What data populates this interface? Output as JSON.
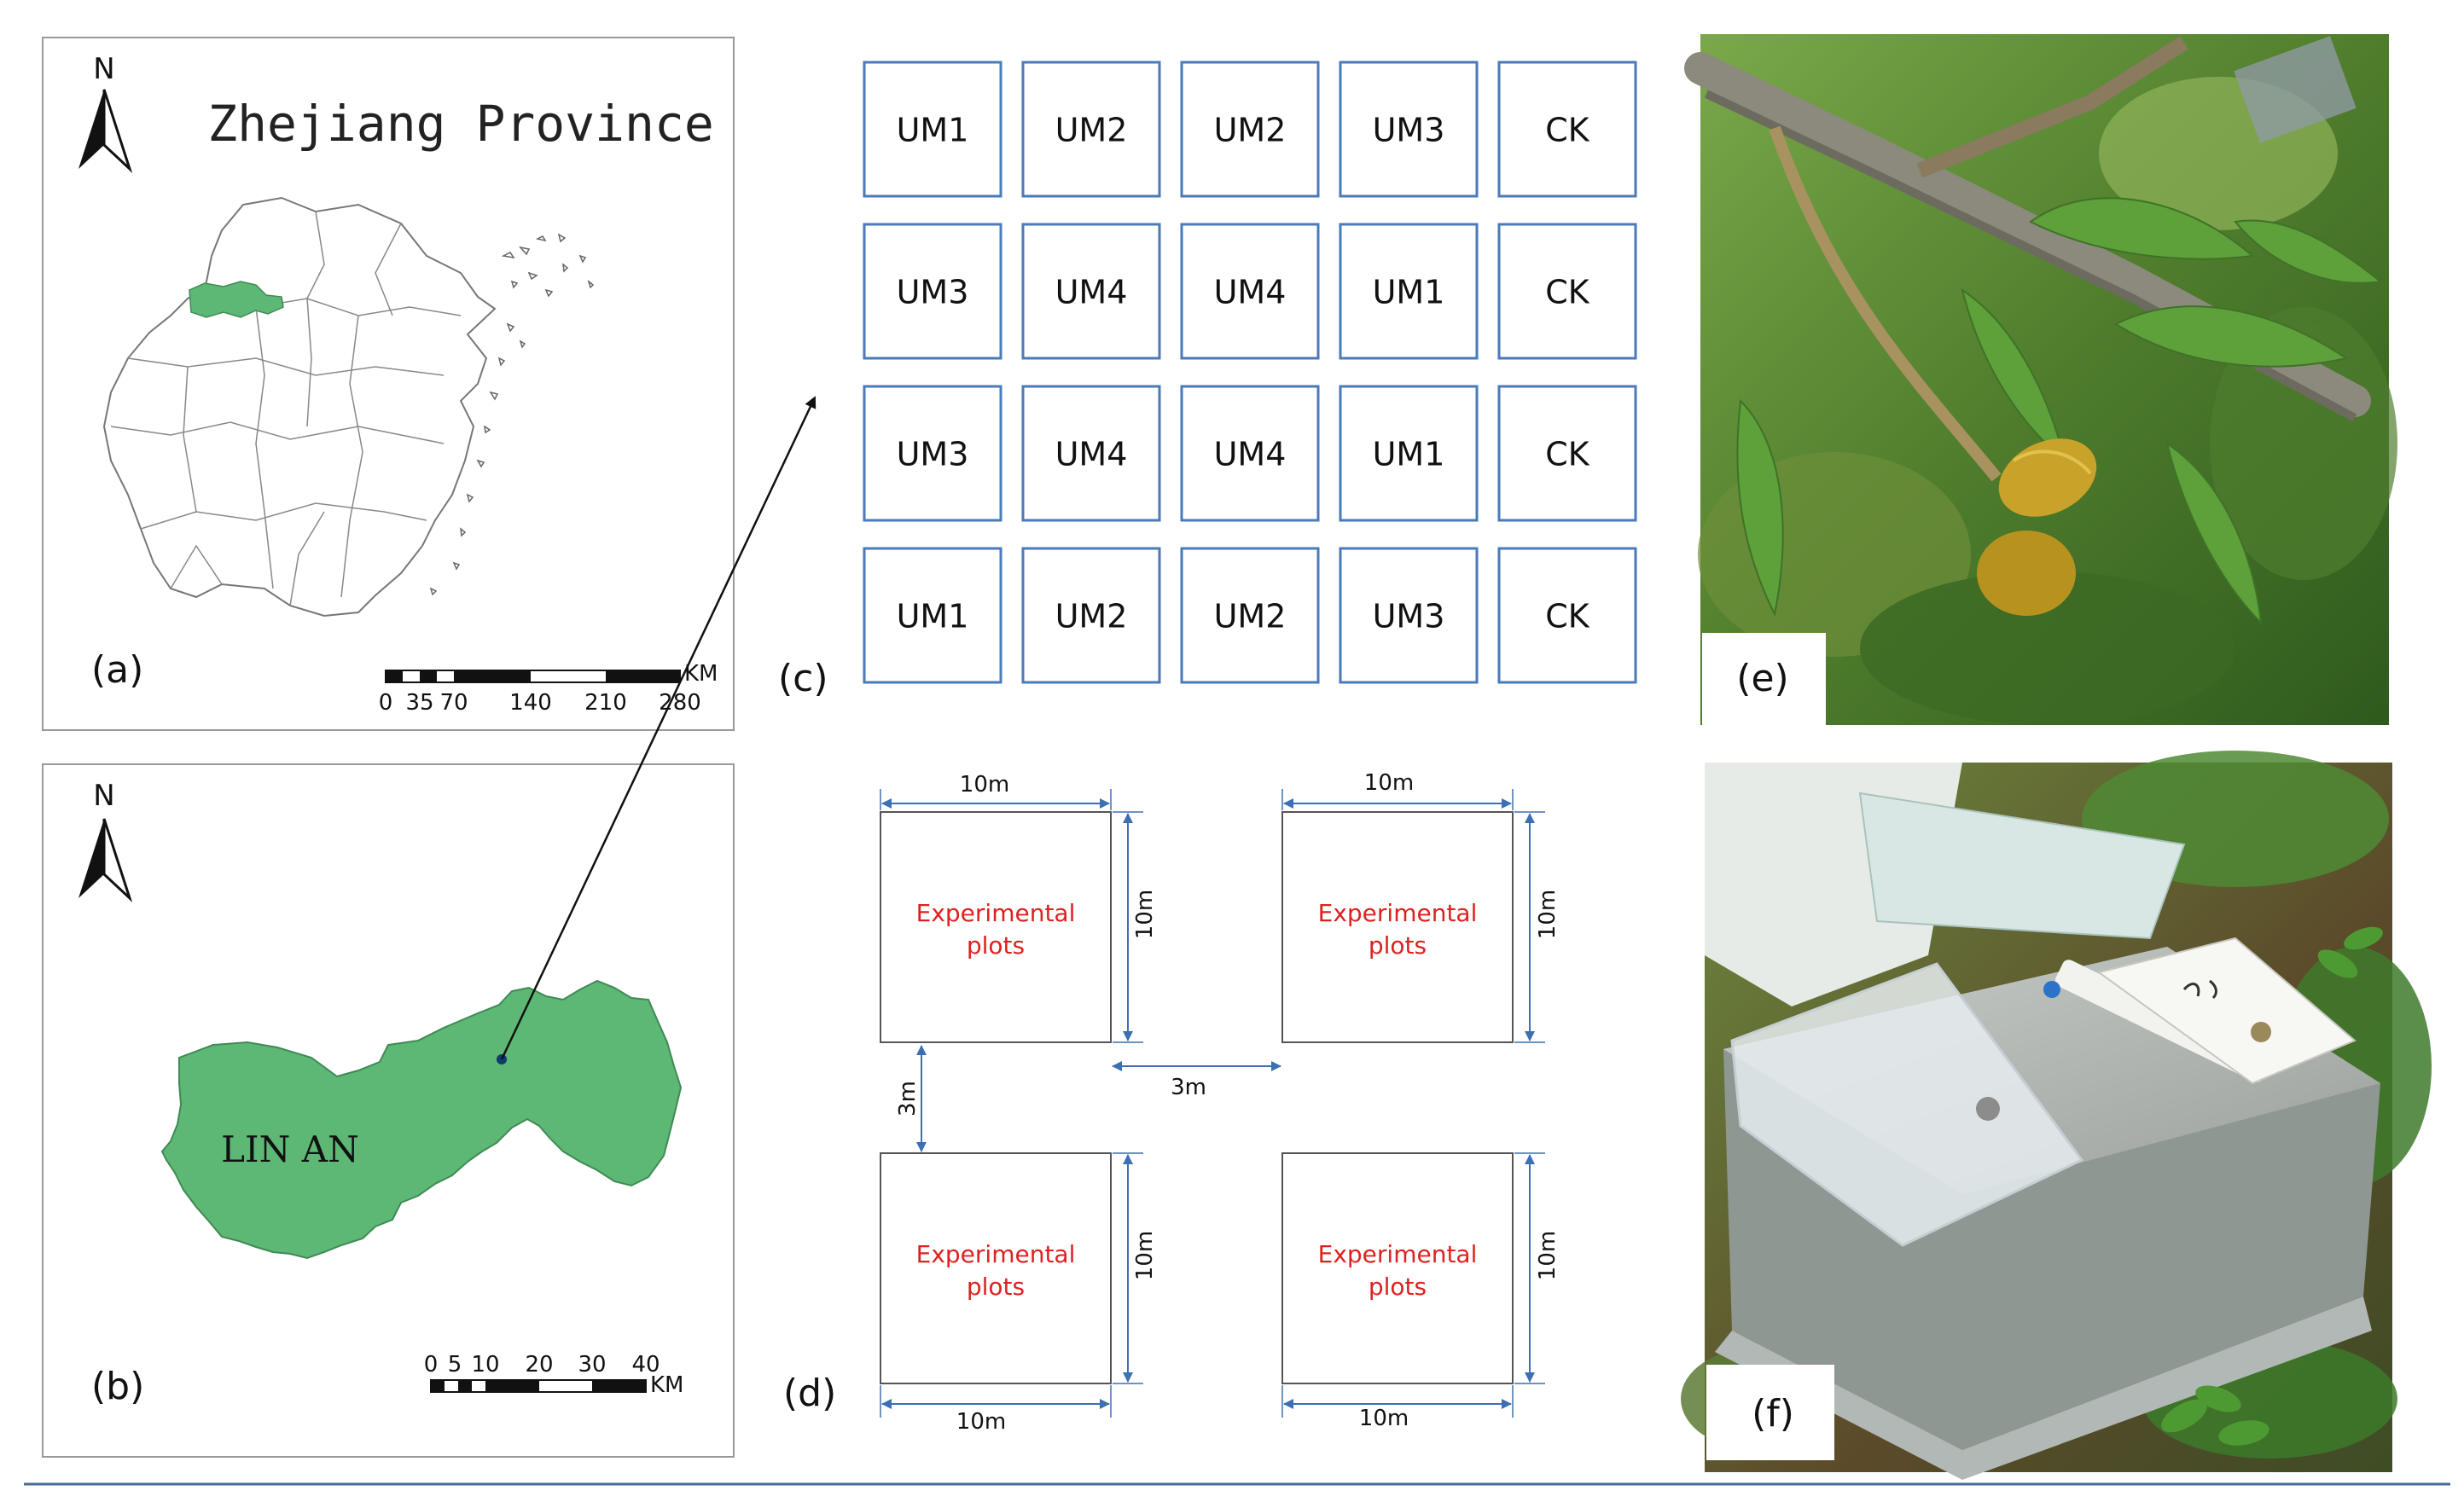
{
  "panel_a": {
    "north": "N",
    "title": "Zhejiang Province",
    "label": "(a)",
    "scale_ticks": [
      "0",
      "35",
      "70",
      "140",
      "210",
      "280"
    ],
    "scale_unit": "KM",
    "highlight_color": "#5cb874"
  },
  "panel_b": {
    "north": "N",
    "region_name": "LIN AN",
    "label": "(b)",
    "scale_ticks": [
      "0",
      "5",
      "10",
      "20",
      "30",
      "40"
    ],
    "scale_unit": "KM",
    "fill_color": "#5cb874"
  },
  "panel_c": {
    "label": "(c)",
    "grid": [
      [
        "UM1",
        "UM2",
        "UM2",
        "UM3",
        "CK"
      ],
      [
        "UM3",
        "UM4",
        "UM4",
        "UM1",
        "CK"
      ],
      [
        "UM3",
        "UM4",
        "UM4",
        "UM1",
        "CK"
      ],
      [
        "UM1",
        "UM2",
        "UM2",
        "UM3",
        "CK"
      ]
    ],
    "cell_border_color": "#4a7ab8"
  },
  "panel_d": {
    "label": "(d)",
    "plot_text_line1": "Experimental",
    "plot_text_line2": "plots",
    "plot_text_color": "#e02020",
    "side_dim": "10m",
    "gap_dim": "3m",
    "dimension_color": "#3d6fb3"
  },
  "panel_e": {
    "label": "(e)"
  },
  "panel_f": {
    "label": "(f)"
  }
}
